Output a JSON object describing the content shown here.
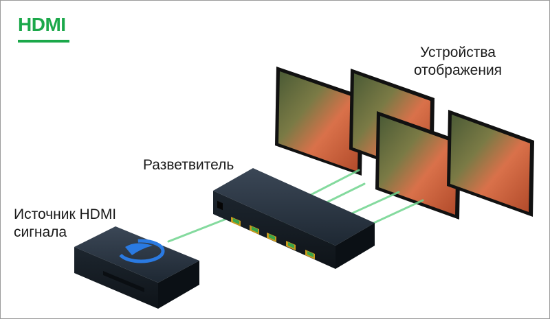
{
  "brand": {
    "logo_text": "HDMI",
    "color": "#1ba84a"
  },
  "labels": {
    "displays": [
      "Устройства",
      "отображения"
    ],
    "splitter": "Разветвитель",
    "source": [
      "Источник HDMI",
      "сигнала"
    ]
  },
  "colors": {
    "signal_line": "#6fd48e",
    "device_body": "#1c2530",
    "port_gold": "#c79a1e",
    "port_green": "#3aa64a",
    "bluray_blue": "#2a7ae2",
    "screen_orange": "#d96a3b"
  },
  "icons": {
    "source_logo": "bluray-disc-icon",
    "power": "power-button-icon"
  }
}
